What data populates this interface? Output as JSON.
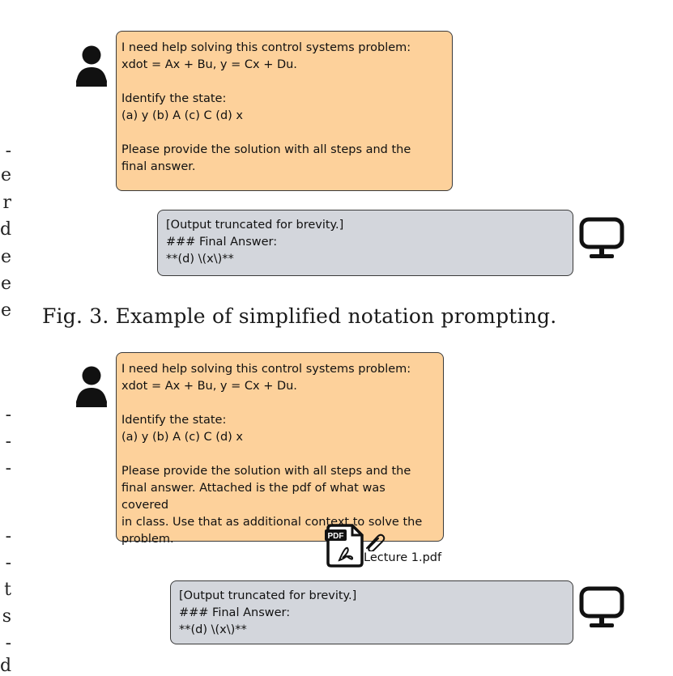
{
  "figure3": {
    "prompt_text": "I need help solving this control systems problem:\nxdot = Ax + Bu, y = Cx + Du.\n\nIdentify the state:\n(a) y (b) A (c) C (d) x\n\nPlease provide the solution with all steps and the\nfinal answer.",
    "response_text": "[Output truncated for brevity.]\n### Final Answer:\n**(d) \\(x\\)**",
    "caption": "Fig. 3. Example of simplified notation prompting."
  },
  "figure4": {
    "prompt_text": "I need help solving this control systems problem:\nxdot = Ax + Bu, y = Cx + Du.\n\nIdentify the state:\n(a) y (b) A (c) C (d) x\n\nPlease provide the solution with all steps and the\nfinal answer. Attached is the pdf of what was covered\nin class. Use that as additional context to solve the\nproblem.",
    "attachment": {
      "badge": "PDF",
      "filename": "Lecture 1.pdf"
    },
    "response_text": "[Output truncated for brevity.]\n### Final Answer:\n**(d) \\(x\\)**"
  },
  "margin_fragments": [
    "-",
    "e",
    "r",
    "d",
    "e",
    "e",
    "e",
    "-",
    "-",
    "-",
    "-",
    "-",
    "t",
    "s",
    "-",
    "d"
  ],
  "colors": {
    "user_bubble": "#fdd19b",
    "ai_bubble": "#d3d6dc",
    "outline": "#3a3a3a",
    "icon": "#111111"
  },
  "icons": [
    "person-icon",
    "monitor-icon",
    "pdf-file-icon",
    "paperclip-icon"
  ]
}
